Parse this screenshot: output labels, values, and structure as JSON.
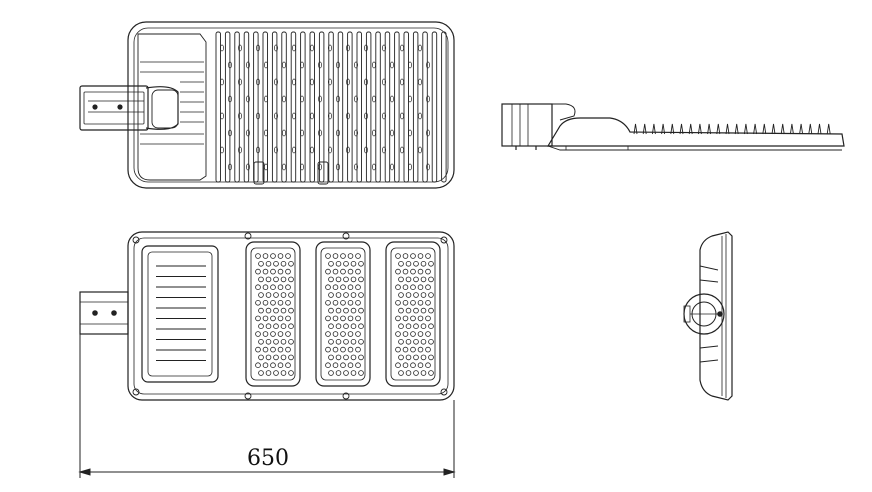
{
  "drawing": {
    "views": [
      {
        "name": "top-view"
      },
      {
        "name": "side-view"
      },
      {
        "name": "bottom-view"
      },
      {
        "name": "end-view"
      }
    ],
    "dimension": {
      "value": "650"
    },
    "colors": {
      "line": "#222222",
      "background": "#ffffff"
    }
  }
}
